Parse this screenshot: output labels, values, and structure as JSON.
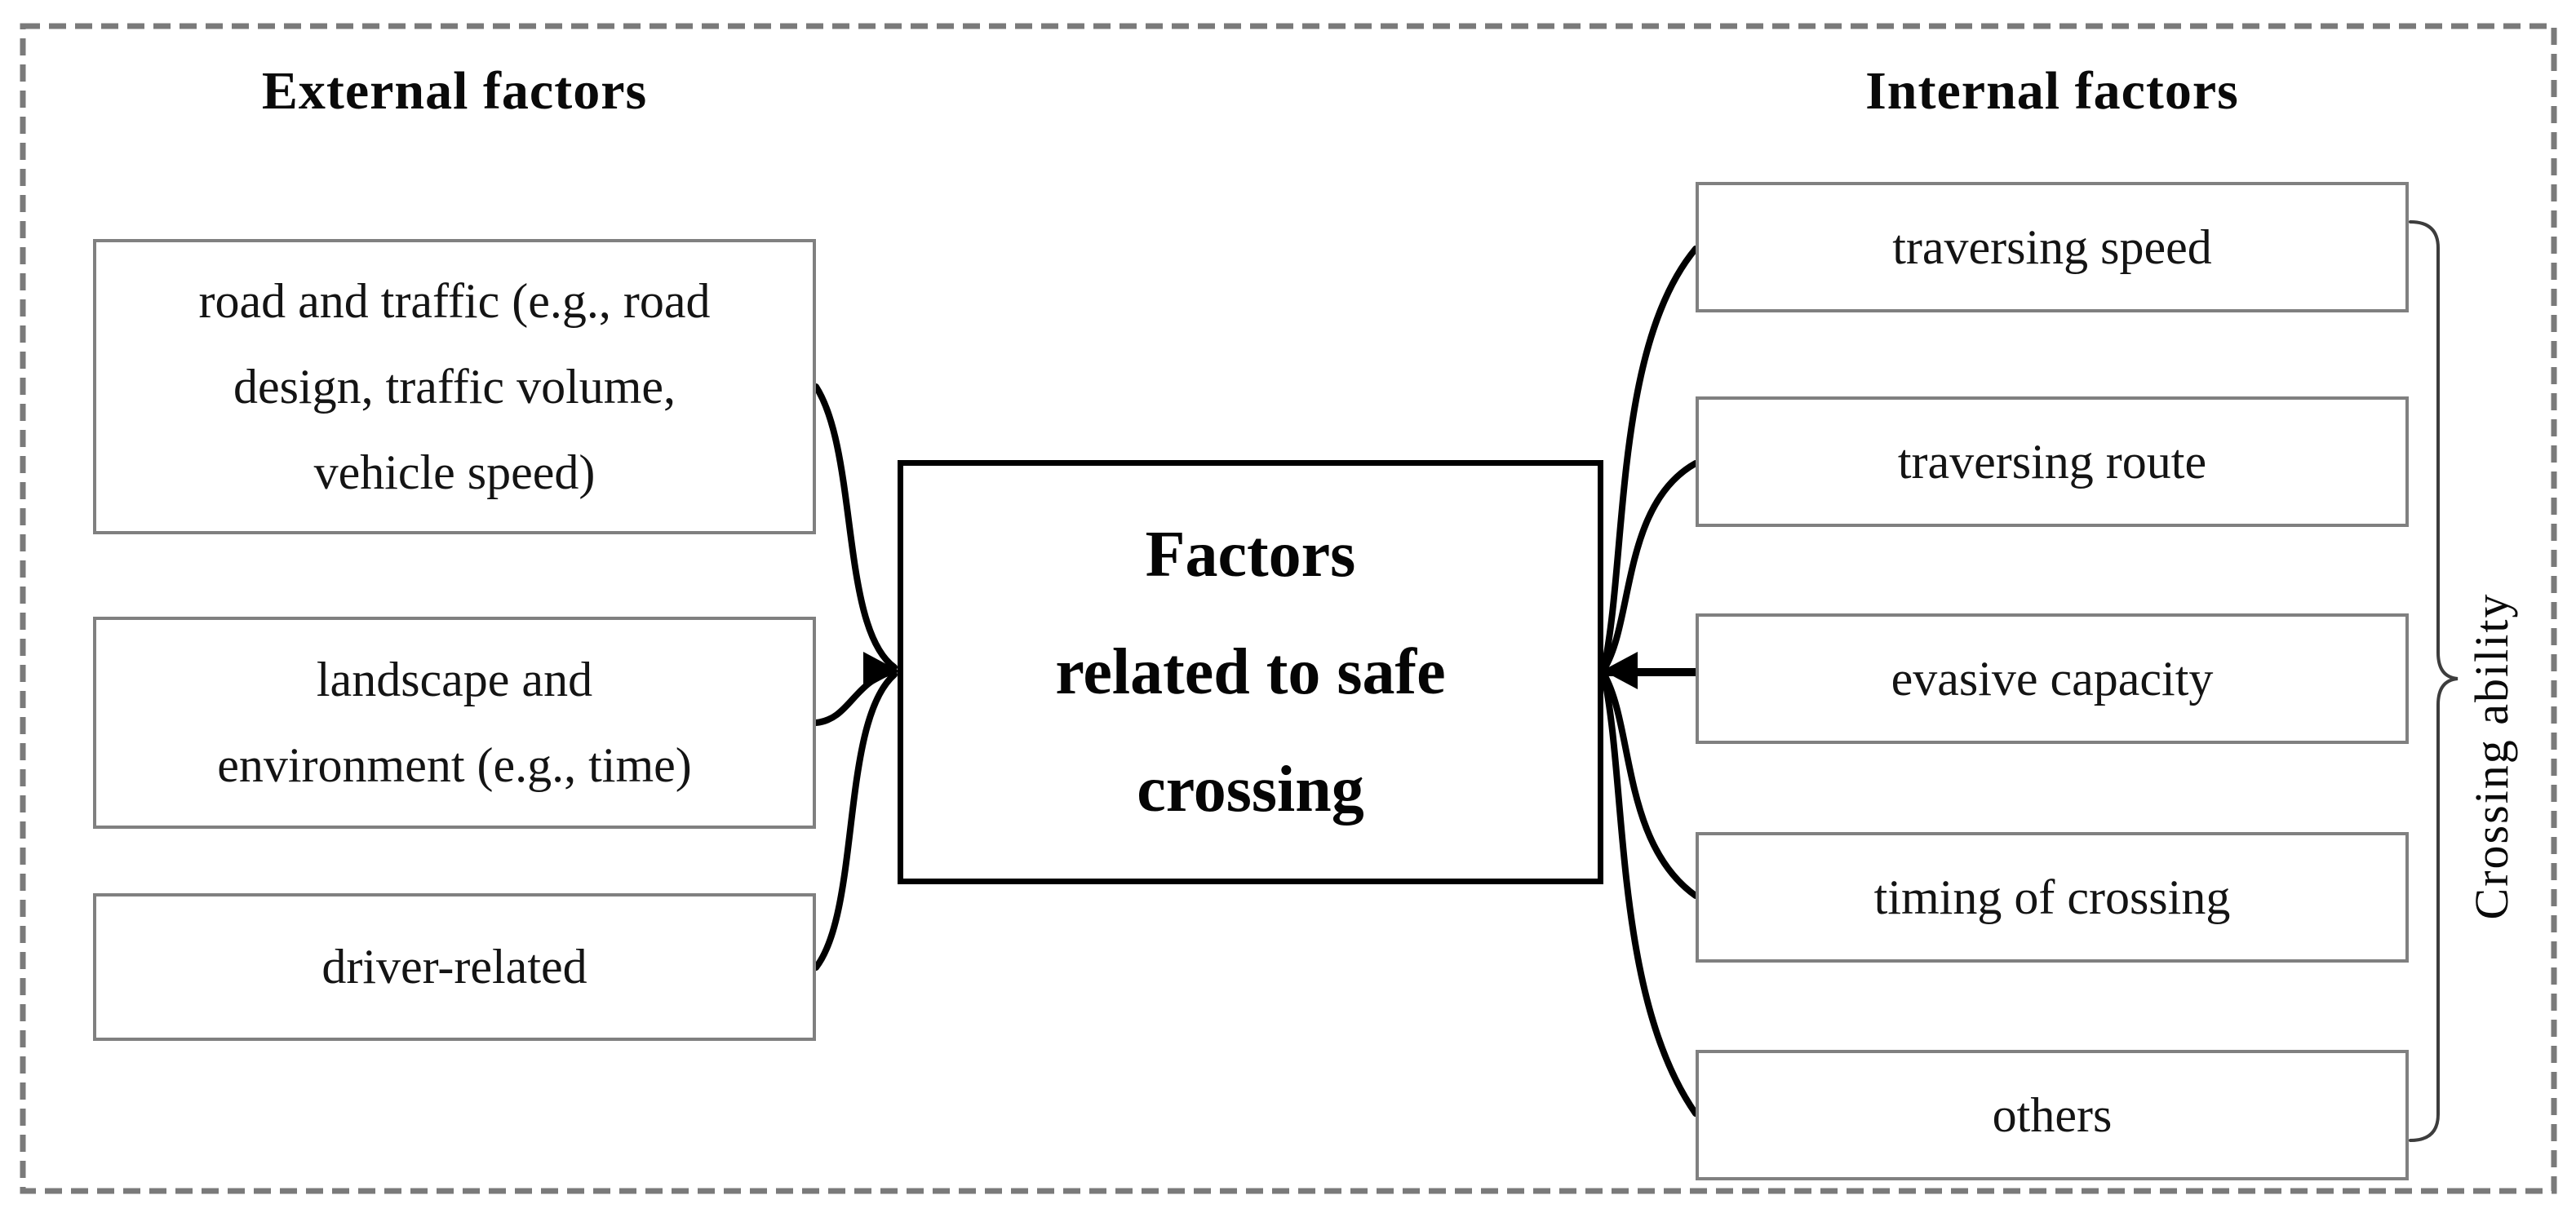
{
  "diagram": {
    "left_section": {
      "heading": "External factors"
    },
    "right_section": {
      "heading": "Internal factors"
    },
    "center_box": {
      "label": "Factors\nrelated to safe\ncrossing"
    },
    "left_boxes": [
      {
        "label": "road and traffic (e.g., road\ndesign, traffic volume,\nvehicle speed)"
      },
      {
        "label": "landscape and\nenvironment (e.g., time)"
      },
      {
        "label": "driver-related"
      }
    ],
    "right_boxes": [
      {
        "label": "traversing speed"
      },
      {
        "label": "traversing route"
      },
      {
        "label": "evasive capacity"
      },
      {
        "label": "timing of crossing"
      },
      {
        "label": "others"
      }
    ],
    "bracket_label": "Crossing ability",
    "colors": {
      "background": "#ffffff",
      "connector_line": "#000000",
      "side_box_border": "#808080",
      "center_box_border": "#000000",
      "dashed_frame": "#7a7a7a",
      "bracket": "#3d3d3d",
      "text": "#111111"
    }
  }
}
